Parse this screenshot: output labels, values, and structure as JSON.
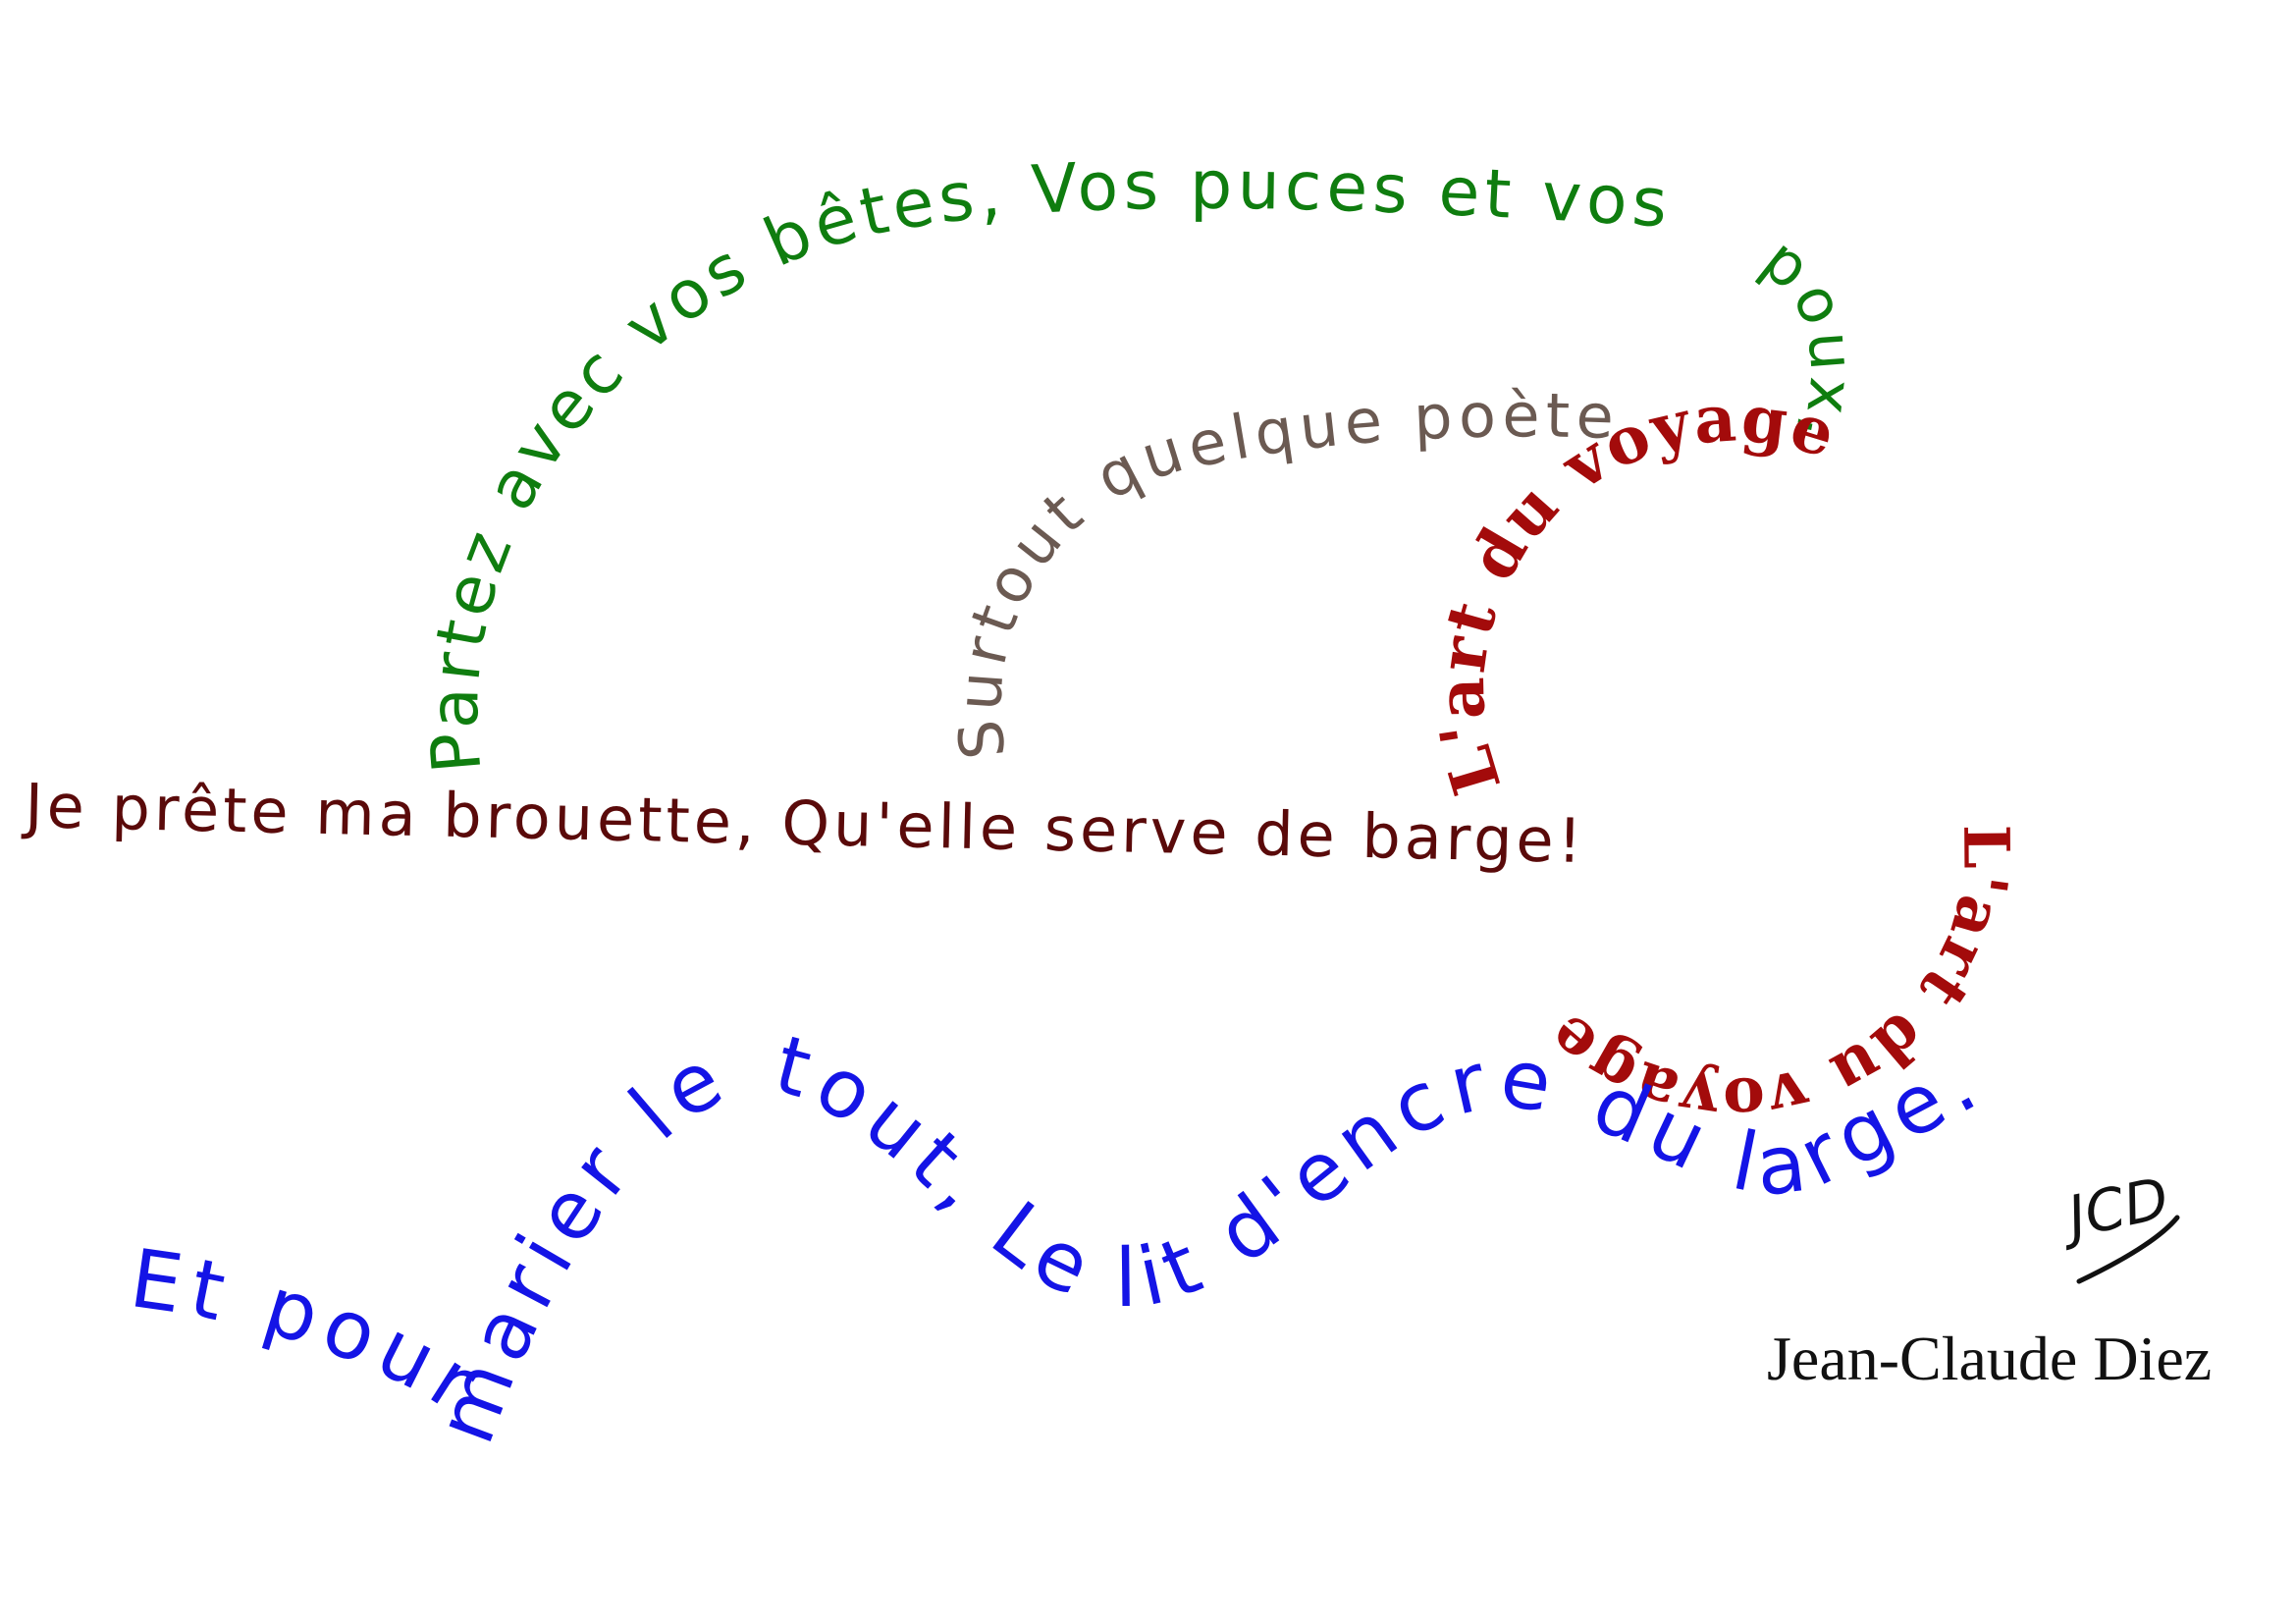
{
  "lines": {
    "partez": "Partez avec vos bêtes, Vos puces et vos",
    "poux": "poux,",
    "surtout": "Surtout quelque poète",
    "voyage_outer": "L'art du voyage",
    "voyage_inner": "L'art du voyage",
    "brouette": "Je prête ma brouette, Qu'elle serve de barge!",
    "final": "Et pour marier le tout, Le lit d'encre du large."
  },
  "signature": {
    "monogram": "JCD",
    "author": "Jean-Claude Diez"
  },
  "colors": {
    "green": "#0f7d0f",
    "gray": "#6b5a52",
    "darkred": "#a30b0b",
    "brown": "#5a0a0a",
    "blue": "#1414e6",
    "black": "#111111"
  }
}
